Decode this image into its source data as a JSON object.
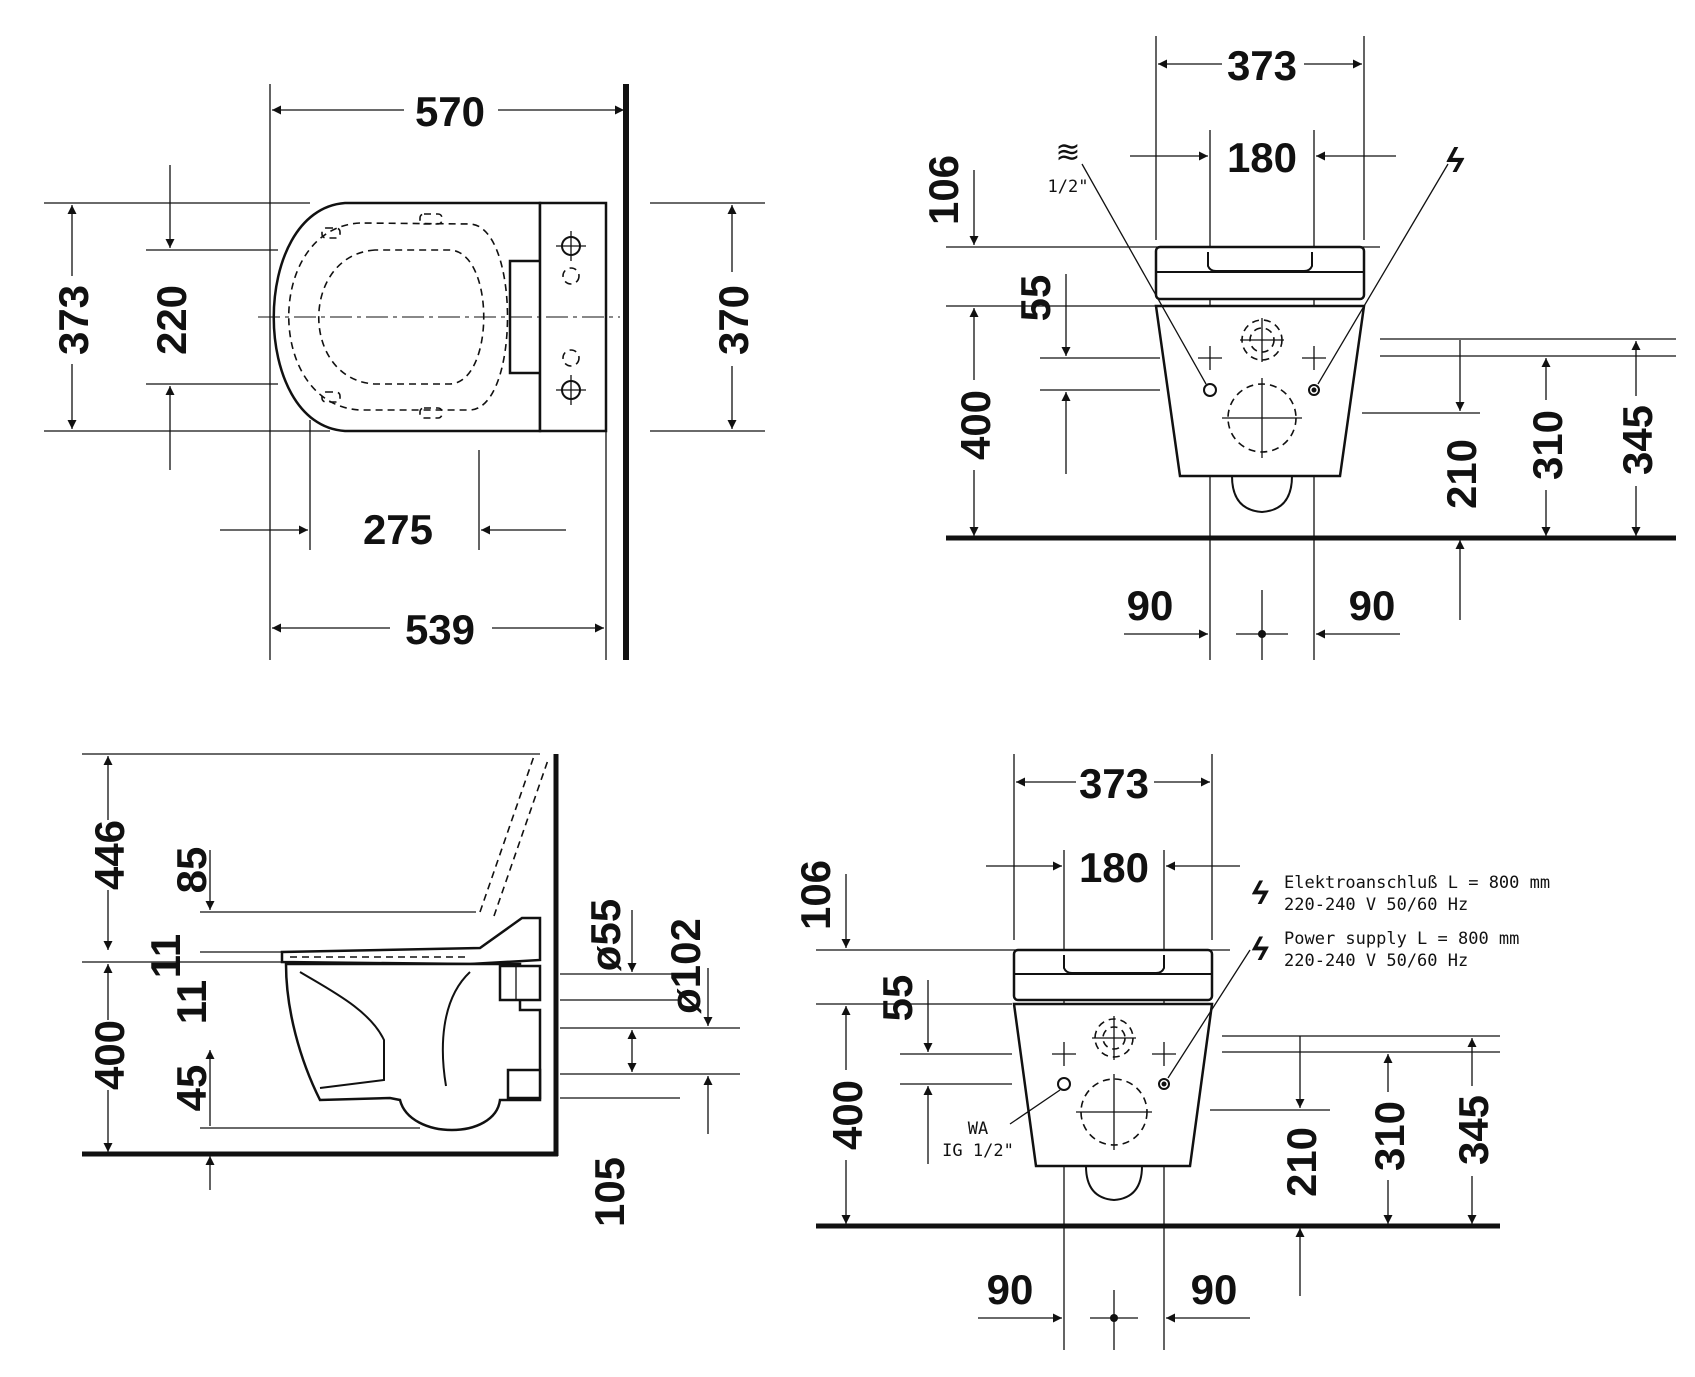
{
  "top_view": {
    "dims": {
      "width_top": "570",
      "width_bottom": "539",
      "depth_left": "373",
      "inner_220": "220",
      "depth_right": "370",
      "offset_275": "275"
    }
  },
  "front_view_1": {
    "dims": {
      "width_373": "373",
      "width_180": "180",
      "h_106": "106",
      "h_55": "55",
      "h_400": "400",
      "h_210": "210",
      "h_310": "310",
      "h_345": "345",
      "left_90": "90",
      "right_90": "90"
    },
    "water_symbol": "≋",
    "water_size": "1/2\"",
    "power_symbol": "ϟ"
  },
  "side_view": {
    "dims": {
      "h_446": "446",
      "h_85": "85",
      "h_11a": "11",
      "h_11b": "11",
      "h_400": "400",
      "h_45": "45",
      "d_55": "ø55",
      "d_102": "ø102",
      "h_105": "105"
    }
  },
  "front_view_2": {
    "dims": {
      "width_373": "373",
      "width_180": "180",
      "h_106": "106",
      "h_55": "55",
      "h_400": "400",
      "h_210": "210",
      "h_310": "310",
      "h_345": "345",
      "left_90": "90",
      "right_90": "90"
    },
    "notes": {
      "de_line1": "Elektroanschluß L = 800 mm",
      "de_line2": "220-240 V  50/60 Hz",
      "en_line1": "Power supply L = 800 mm",
      "en_line2": "220-240 V  50/60 Hz"
    },
    "wa_label": "WA",
    "wa_size": "IG 1/2\"",
    "power_symbol": "ϟ"
  }
}
